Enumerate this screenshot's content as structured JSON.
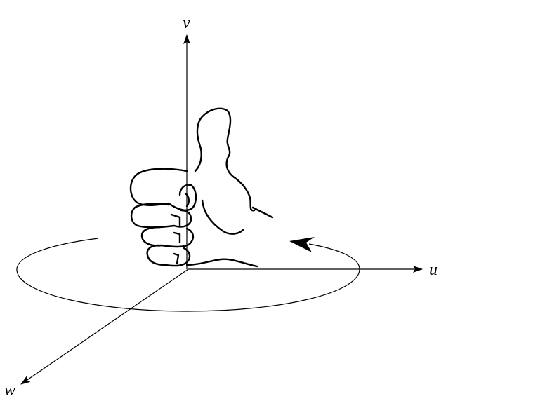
{
  "axes": {
    "v_label": "v",
    "u_label": "u",
    "w_label": "w"
  },
  "colors": {
    "ink": "#000000",
    "background": "#ffffff"
  },
  "icons": {
    "hand": "right-hand-thumbs-up-icon",
    "rotation": "rotation-arrow-icon"
  }
}
